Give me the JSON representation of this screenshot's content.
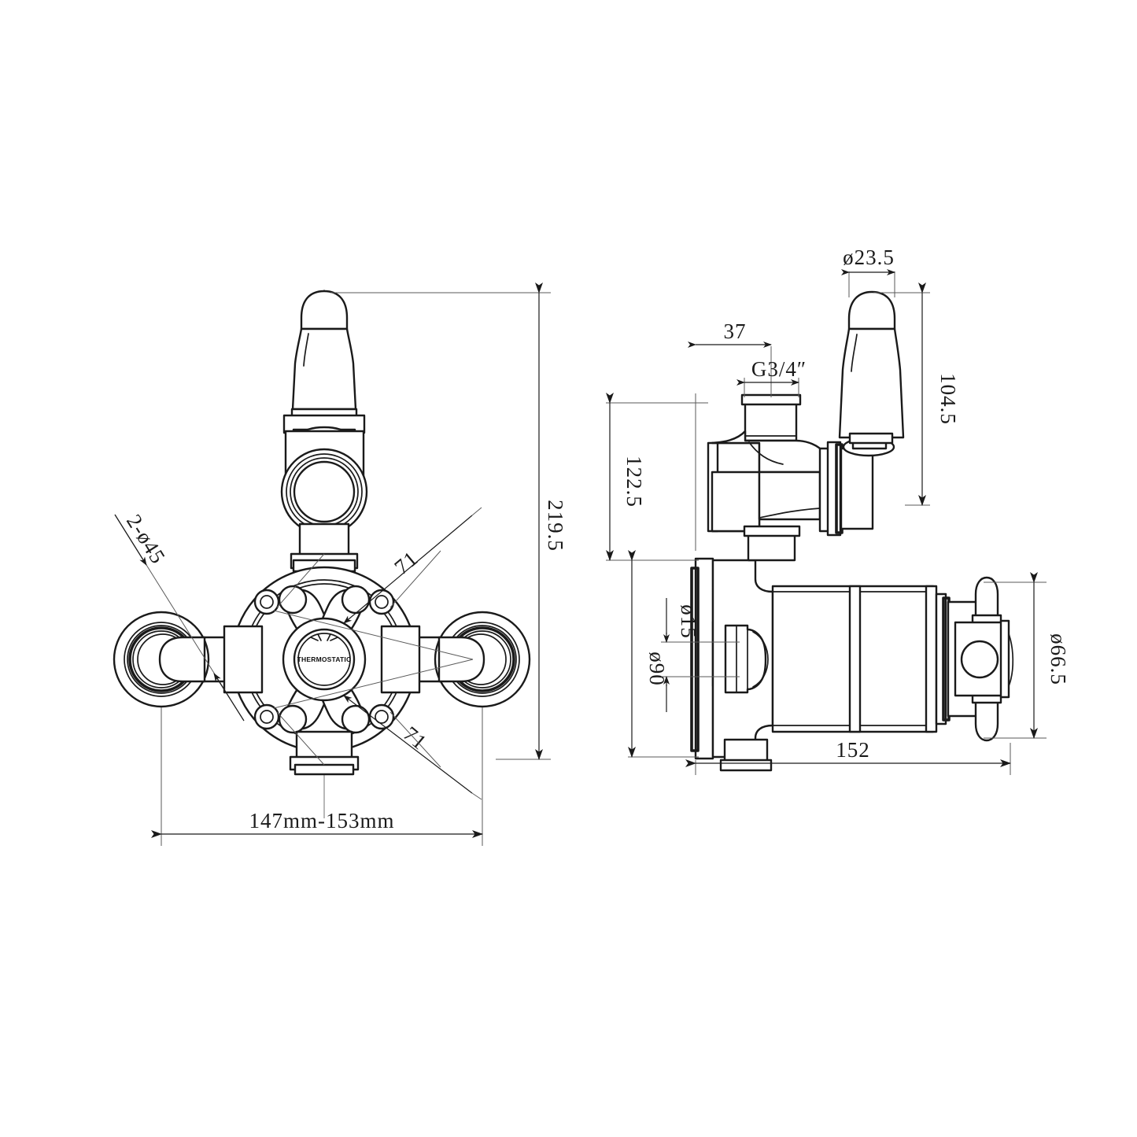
{
  "drawing": {
    "type": "engineering-dimension-drawing",
    "subject": "Exposed thermostatic shower valve (twin cross-head / lever)",
    "background_color": "#ffffff",
    "line_color": "#1a1a1a",
    "thin_line_color": "#555555",
    "views": [
      {
        "id": "front-view",
        "label": "",
        "position": "left"
      },
      {
        "id": "side-view",
        "label": "",
        "position": "right"
      }
    ],
    "brand_text": "THERMOSTATIC"
  },
  "dimensions": {
    "front_view": {
      "overall_height": "219.5",
      "overall_width": "147mm-153mm",
      "diagonal_upper": "71",
      "diagonal_lower": "71",
      "escutcheon_note": "2-ø45"
    },
    "side_view": {
      "inlet_offset": "37",
      "thread": "G3/4″",
      "lever_knob_dia": "ø23.5",
      "lever_height": "104.5",
      "centre_height": "122.5",
      "outlet_bore": "ø15",
      "wall_plate_dia": "ø90",
      "body_length": "152",
      "handle_dia": "ø66.5"
    }
  },
  "labels": [
    {
      "name": "dim-2-dia45",
      "text": "2-ø45"
    },
    {
      "name": "dim-71-upper",
      "text": "71"
    },
    {
      "name": "dim-71-lower",
      "text": "71"
    },
    {
      "name": "dim-219-5",
      "text": "219.5"
    },
    {
      "name": "dim-147-153",
      "text": "147mm-153mm"
    },
    {
      "name": "dim-dia23-5",
      "text": "ø23.5"
    },
    {
      "name": "dim-37",
      "text": "37"
    },
    {
      "name": "dim-g34",
      "text": "G3/4″"
    },
    {
      "name": "dim-104-5",
      "text": "104.5"
    },
    {
      "name": "dim-122-5",
      "text": "122.5"
    },
    {
      "name": "dim-dia15",
      "text": "ø15"
    },
    {
      "name": "dim-dia90",
      "text": "ø90"
    },
    {
      "name": "dim-dia66-5",
      "text": "ø66.5"
    },
    {
      "name": "dim-152",
      "text": "152"
    },
    {
      "name": "brand-thermostatic",
      "text": "THERMOSTATIC"
    }
  ]
}
